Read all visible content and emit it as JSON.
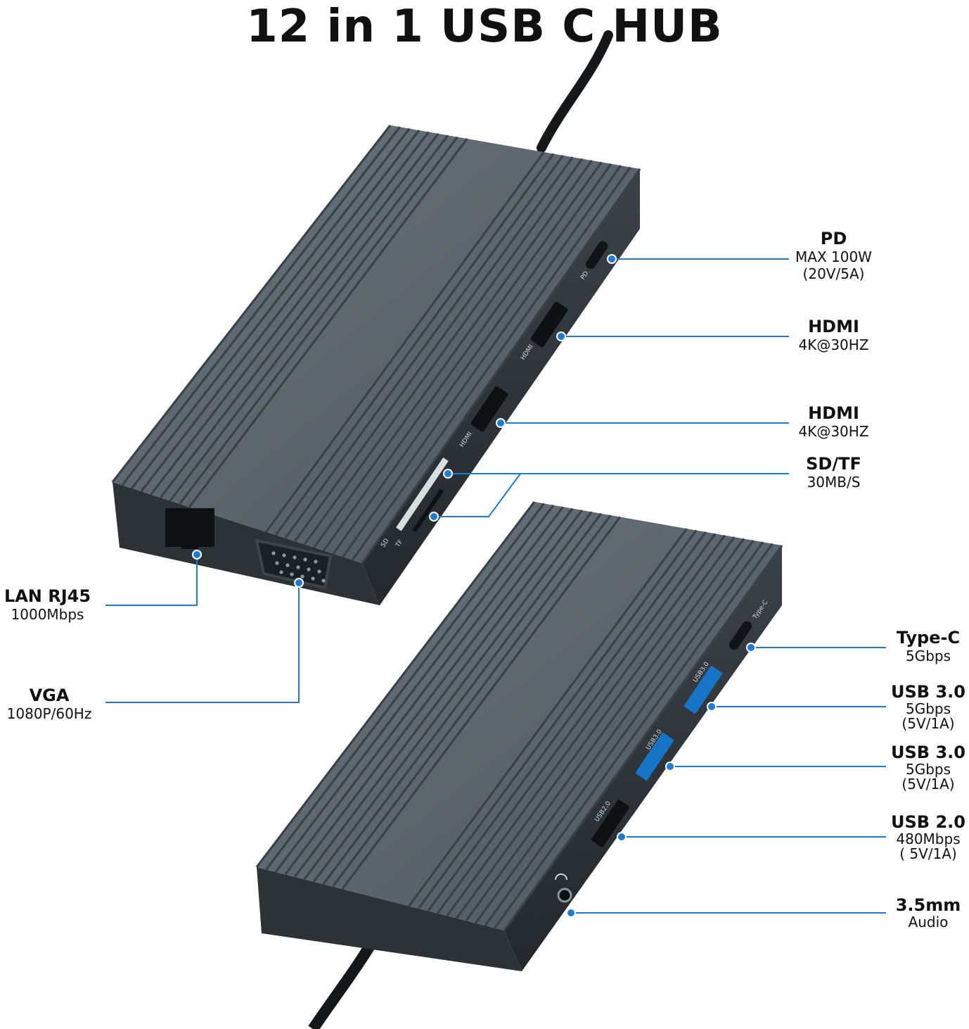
{
  "title": "12 in 1 USB C HUB",
  "colors": {
    "accent": "#1d7bd6",
    "body": "#5d666e",
    "fins": "#3f474e"
  },
  "top_hub": {
    "port_marks": {
      "pd": "PD",
      "hdmi": "HDMI",
      "sd": "SD",
      "tf": "TF"
    },
    "callouts": [
      {
        "heading": "PD",
        "lines": [
          "MAX 100W",
          "(20V/5A)"
        ]
      },
      {
        "heading": "HDMI",
        "lines": [
          "4K@30HZ"
        ]
      },
      {
        "heading": "HDMI",
        "lines": [
          "4K@30HZ"
        ]
      },
      {
        "heading": "SD/TF",
        "lines": [
          "30MB/S"
        ]
      },
      {
        "heading": "LAN RJ45",
        "lines": [
          "1000Mbps"
        ]
      },
      {
        "heading": "VGA",
        "lines": [
          "1080P/60Hz"
        ]
      }
    ]
  },
  "bottom_hub": {
    "port_marks": {
      "typec": "Type-C",
      "usb3": "USB3.0",
      "usb2": "USB2.0"
    },
    "callouts": [
      {
        "heading": "Type-C",
        "lines": [
          "5Gbps"
        ]
      },
      {
        "heading": "USB 3.0",
        "lines": [
          "5Gbps",
          "(5V/1A)"
        ]
      },
      {
        "heading": "USB 3.0",
        "lines": [
          "5Gbps",
          "(5V/1A)"
        ]
      },
      {
        "heading": "USB 2.0",
        "lines": [
          "480Mbps",
          "( 5V/1A)"
        ]
      },
      {
        "heading": "3.5mm",
        "lines": [
          "Audio"
        ]
      }
    ]
  }
}
